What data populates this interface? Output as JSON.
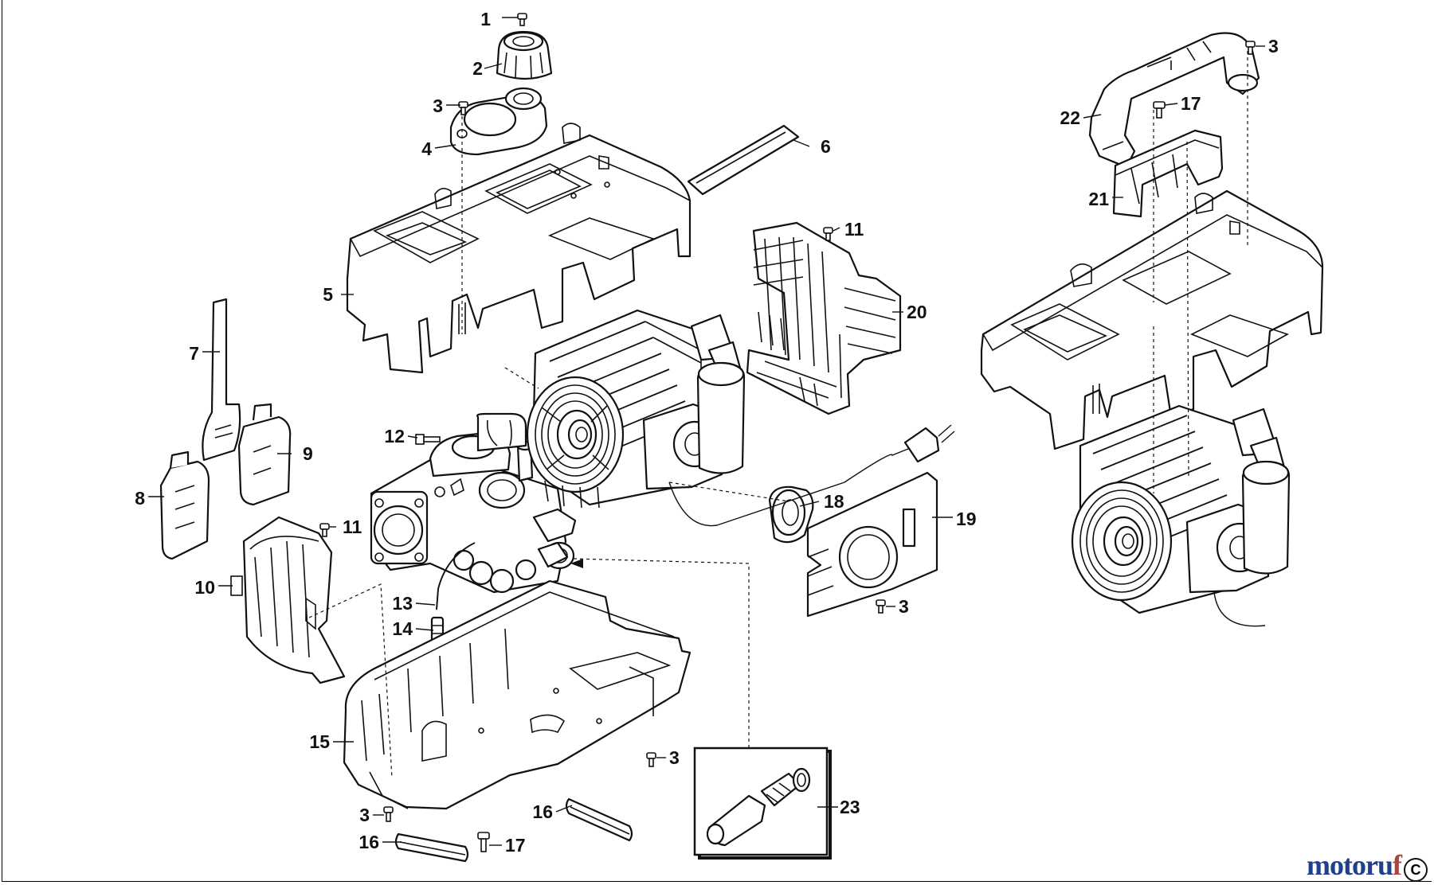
{
  "diagram": {
    "callouts": [
      {
        "id": "c1",
        "label": "1"
      },
      {
        "id": "c2",
        "label": "2"
      },
      {
        "id": "c3a",
        "label": "3"
      },
      {
        "id": "c4",
        "label": "4"
      },
      {
        "id": "c5",
        "label": "5"
      },
      {
        "id": "c6",
        "label": "6"
      },
      {
        "id": "c7",
        "label": "7"
      },
      {
        "id": "c8",
        "label": "8"
      },
      {
        "id": "c9",
        "label": "9"
      },
      {
        "id": "c10",
        "label": "10"
      },
      {
        "id": "c11a",
        "label": "11"
      },
      {
        "id": "c11b",
        "label": "11"
      },
      {
        "id": "c12",
        "label": "12"
      },
      {
        "id": "c13",
        "label": "13"
      },
      {
        "id": "c14",
        "label": "14"
      },
      {
        "id": "c15",
        "label": "15"
      },
      {
        "id": "c3b",
        "label": "3"
      },
      {
        "id": "c3c",
        "label": "3"
      },
      {
        "id": "c16a",
        "label": "16"
      },
      {
        "id": "c16b",
        "label": "16"
      },
      {
        "id": "c17a",
        "label": "17"
      },
      {
        "id": "c18",
        "label": "18"
      },
      {
        "id": "c19",
        "label": "19"
      },
      {
        "id": "c3d",
        "label": "3"
      },
      {
        "id": "c20",
        "label": "20"
      },
      {
        "id": "c23",
        "label": "23"
      },
      {
        "id": "c3e",
        "label": "3"
      },
      {
        "id": "c17b",
        "label": "17"
      },
      {
        "id": "c22",
        "label": "22"
      },
      {
        "id": "c21",
        "label": "21"
      }
    ]
  },
  "watermark": {
    "text_a": "motoru",
    "text_b": "f",
    "corner_mark": "C"
  },
  "colors": {
    "line": "#111111",
    "background": "#ffffff",
    "watermark_blue": "#1f3f8f",
    "watermark_red": "#b0413e"
  }
}
